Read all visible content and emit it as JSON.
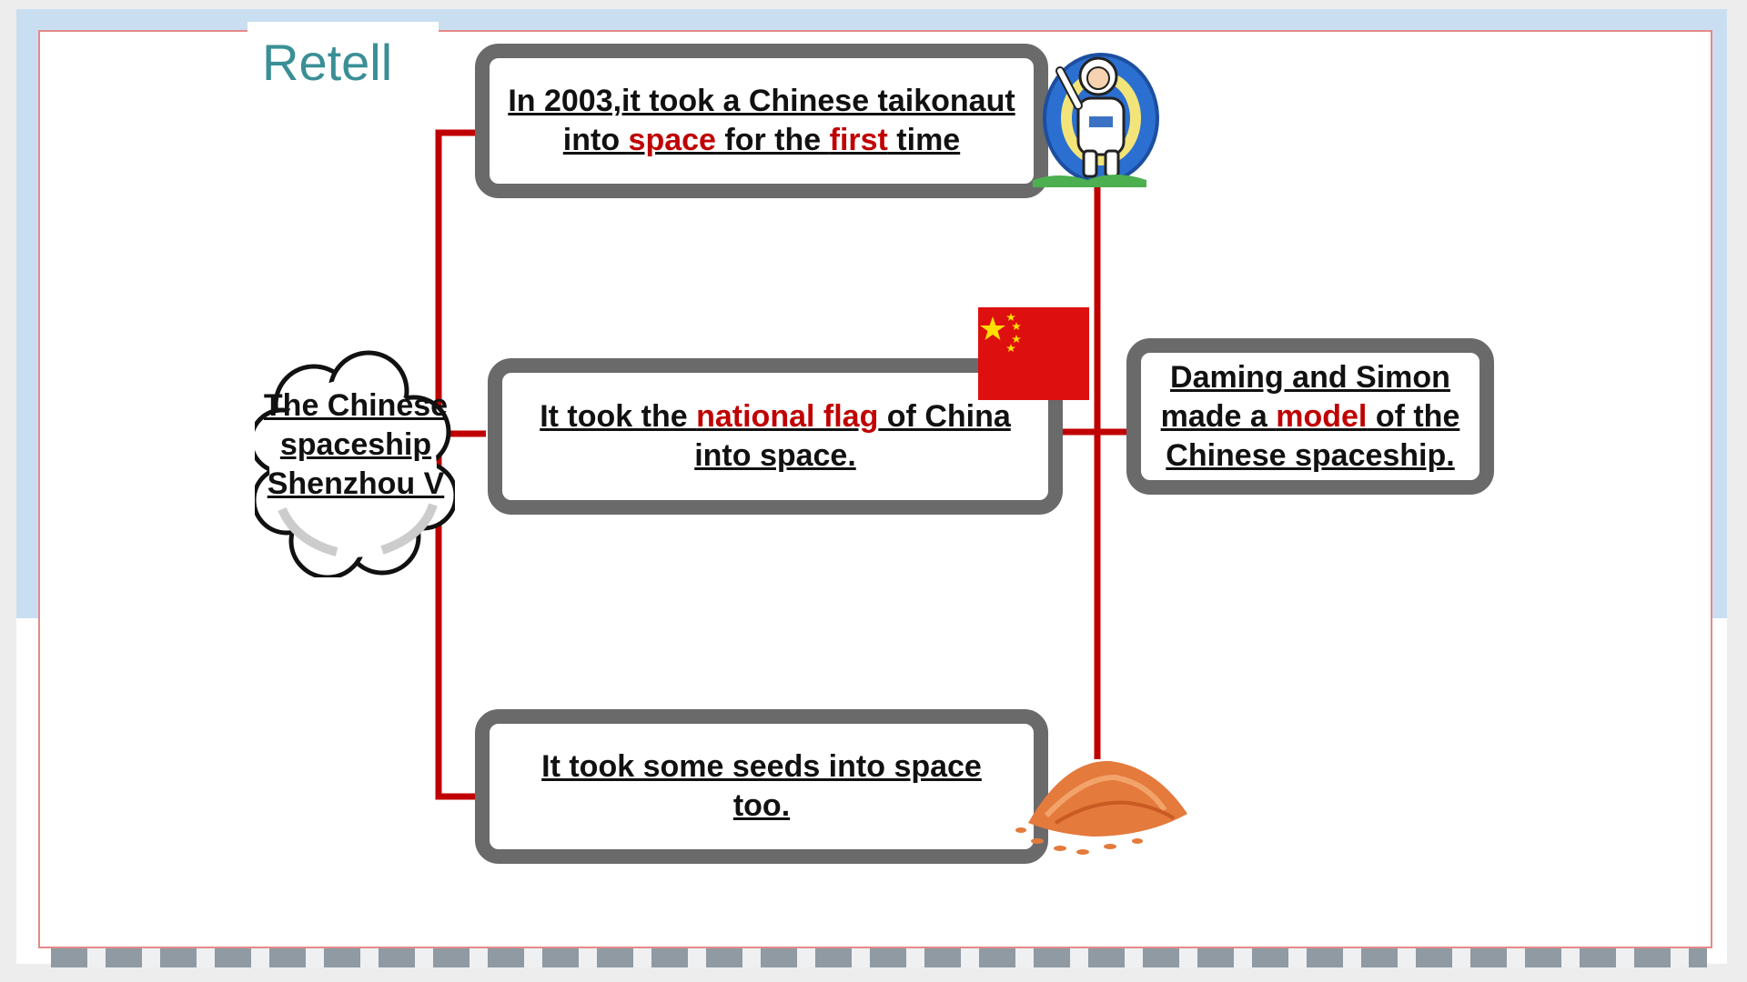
{
  "slide": {
    "title": "Retell",
    "center_topic": "The Chinese spaceship Shenzhou V",
    "boxes": {
      "first": {
        "part1": "In 2003,it took a Chinese taikonaut into ",
        "hl1": "space",
        "part2": " for the ",
        "hl2": "first",
        "part3": " time"
      },
      "flag": {
        "part1": "It took the ",
        "hl1": "national flag",
        "part2": " of China into space."
      },
      "seeds": {
        "text": "It took some seeds into space too."
      },
      "model": {
        "part1": "Daming and Simon made a ",
        "hl1": "model",
        "part2": " of the Chinese spaceship."
      }
    },
    "icons": [
      "cloud-icon",
      "astronaut-icon",
      "china-flag-icon",
      "seeds-pile-icon"
    ],
    "colors": {
      "accent": "#c00000",
      "title": "#3a8f96",
      "box_border": "#6a6a6a",
      "connector": "#c00000"
    }
  }
}
